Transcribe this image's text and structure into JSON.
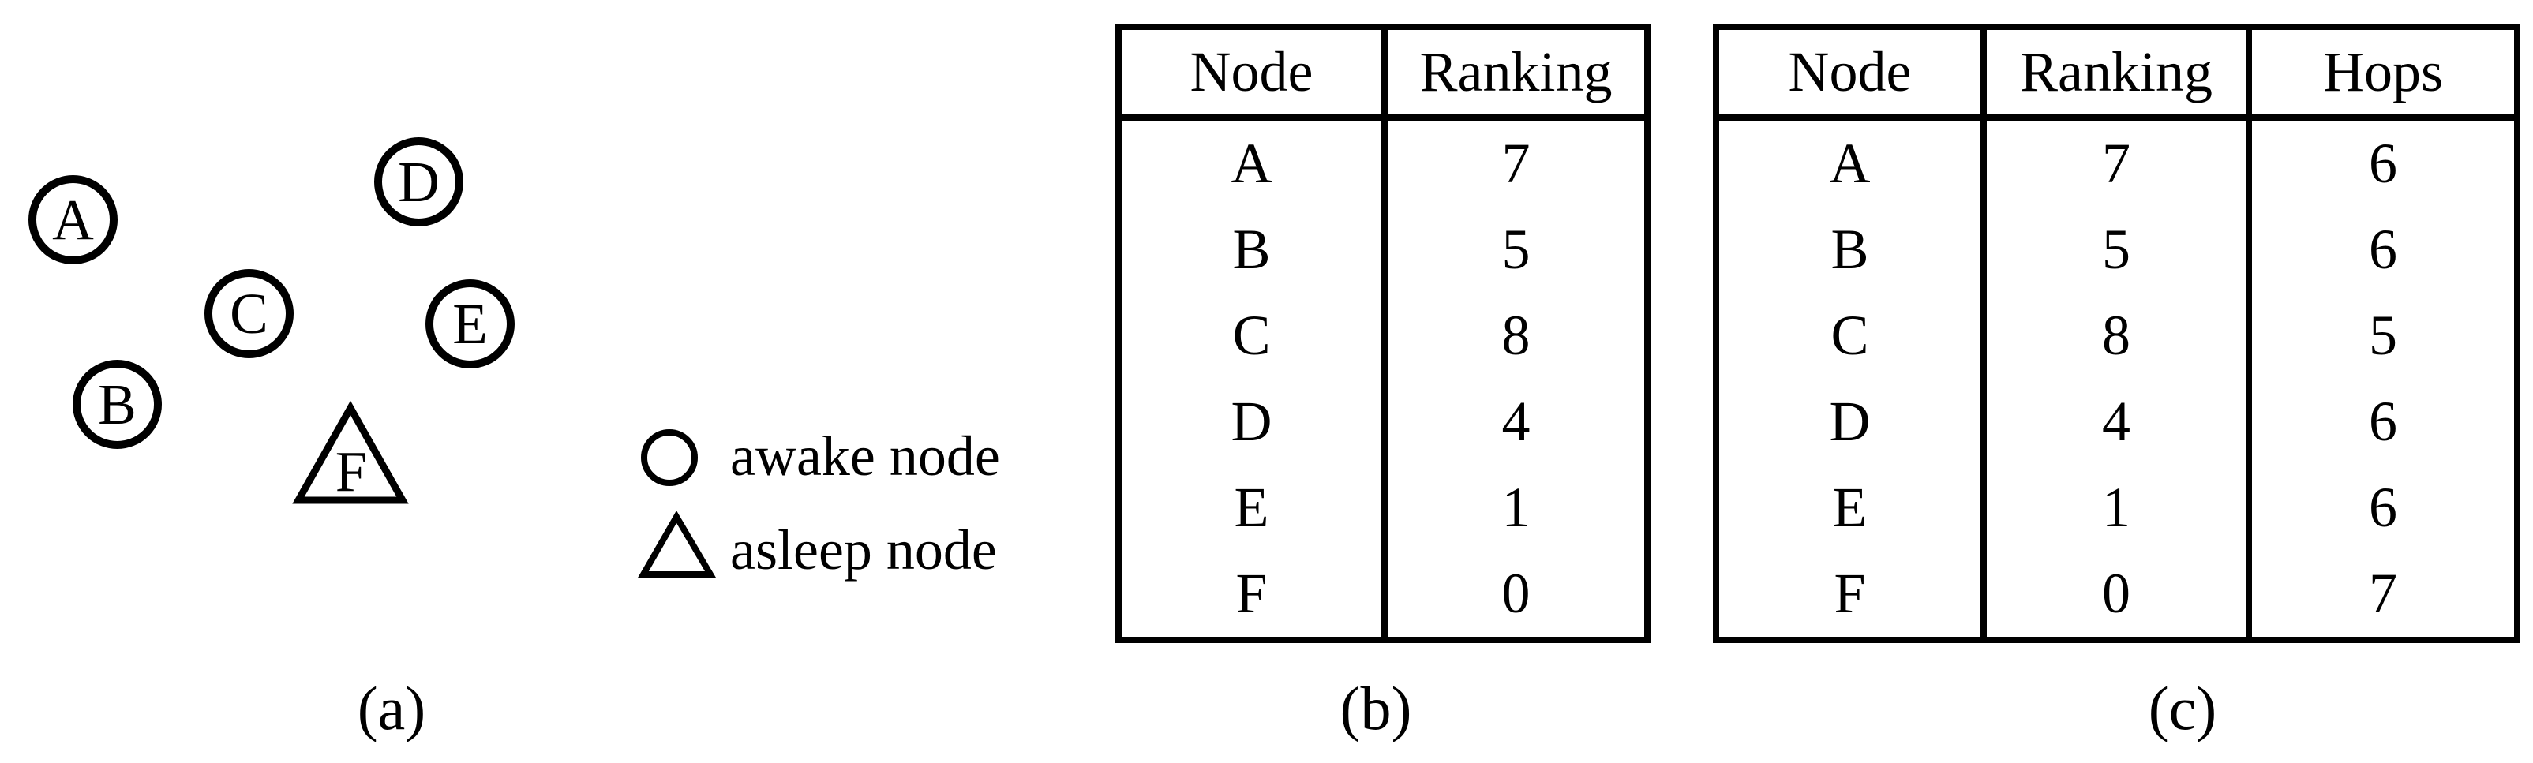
{
  "figure": {
    "colors": {
      "ink": "#000000",
      "background": "#ffffff"
    },
    "panel_a": {
      "label": "(a)",
      "nodes": [
        {
          "id": "A",
          "state": "awake"
        },
        {
          "id": "B",
          "state": "awake"
        },
        {
          "id": "C",
          "state": "awake"
        },
        {
          "id": "D",
          "state": "awake"
        },
        {
          "id": "E",
          "state": "awake"
        },
        {
          "id": "F",
          "state": "asleep"
        }
      ],
      "legend": [
        {
          "symbol": "circle-icon",
          "label": "awake node"
        },
        {
          "symbol": "triangle-icon",
          "label": "asleep node"
        }
      ]
    },
    "panel_b": {
      "label": "(b)",
      "table": {
        "type": "table",
        "headers": [
          "Node",
          "Ranking"
        ],
        "rows": [
          [
            "A",
            "7"
          ],
          [
            "B",
            "5"
          ],
          [
            "C",
            "8"
          ],
          [
            "D",
            "4"
          ],
          [
            "E",
            "1"
          ],
          [
            "F",
            "0"
          ]
        ]
      }
    },
    "panel_c": {
      "label": "(c)",
      "table": {
        "type": "table",
        "headers": [
          "Node",
          "Ranking",
          "Hops"
        ],
        "rows": [
          [
            "A",
            "7",
            "6"
          ],
          [
            "B",
            "5",
            "6"
          ],
          [
            "C",
            "8",
            "5"
          ],
          [
            "D",
            "4",
            "6"
          ],
          [
            "E",
            "1",
            "6"
          ],
          [
            "F",
            "0",
            "7"
          ]
        ]
      }
    }
  }
}
